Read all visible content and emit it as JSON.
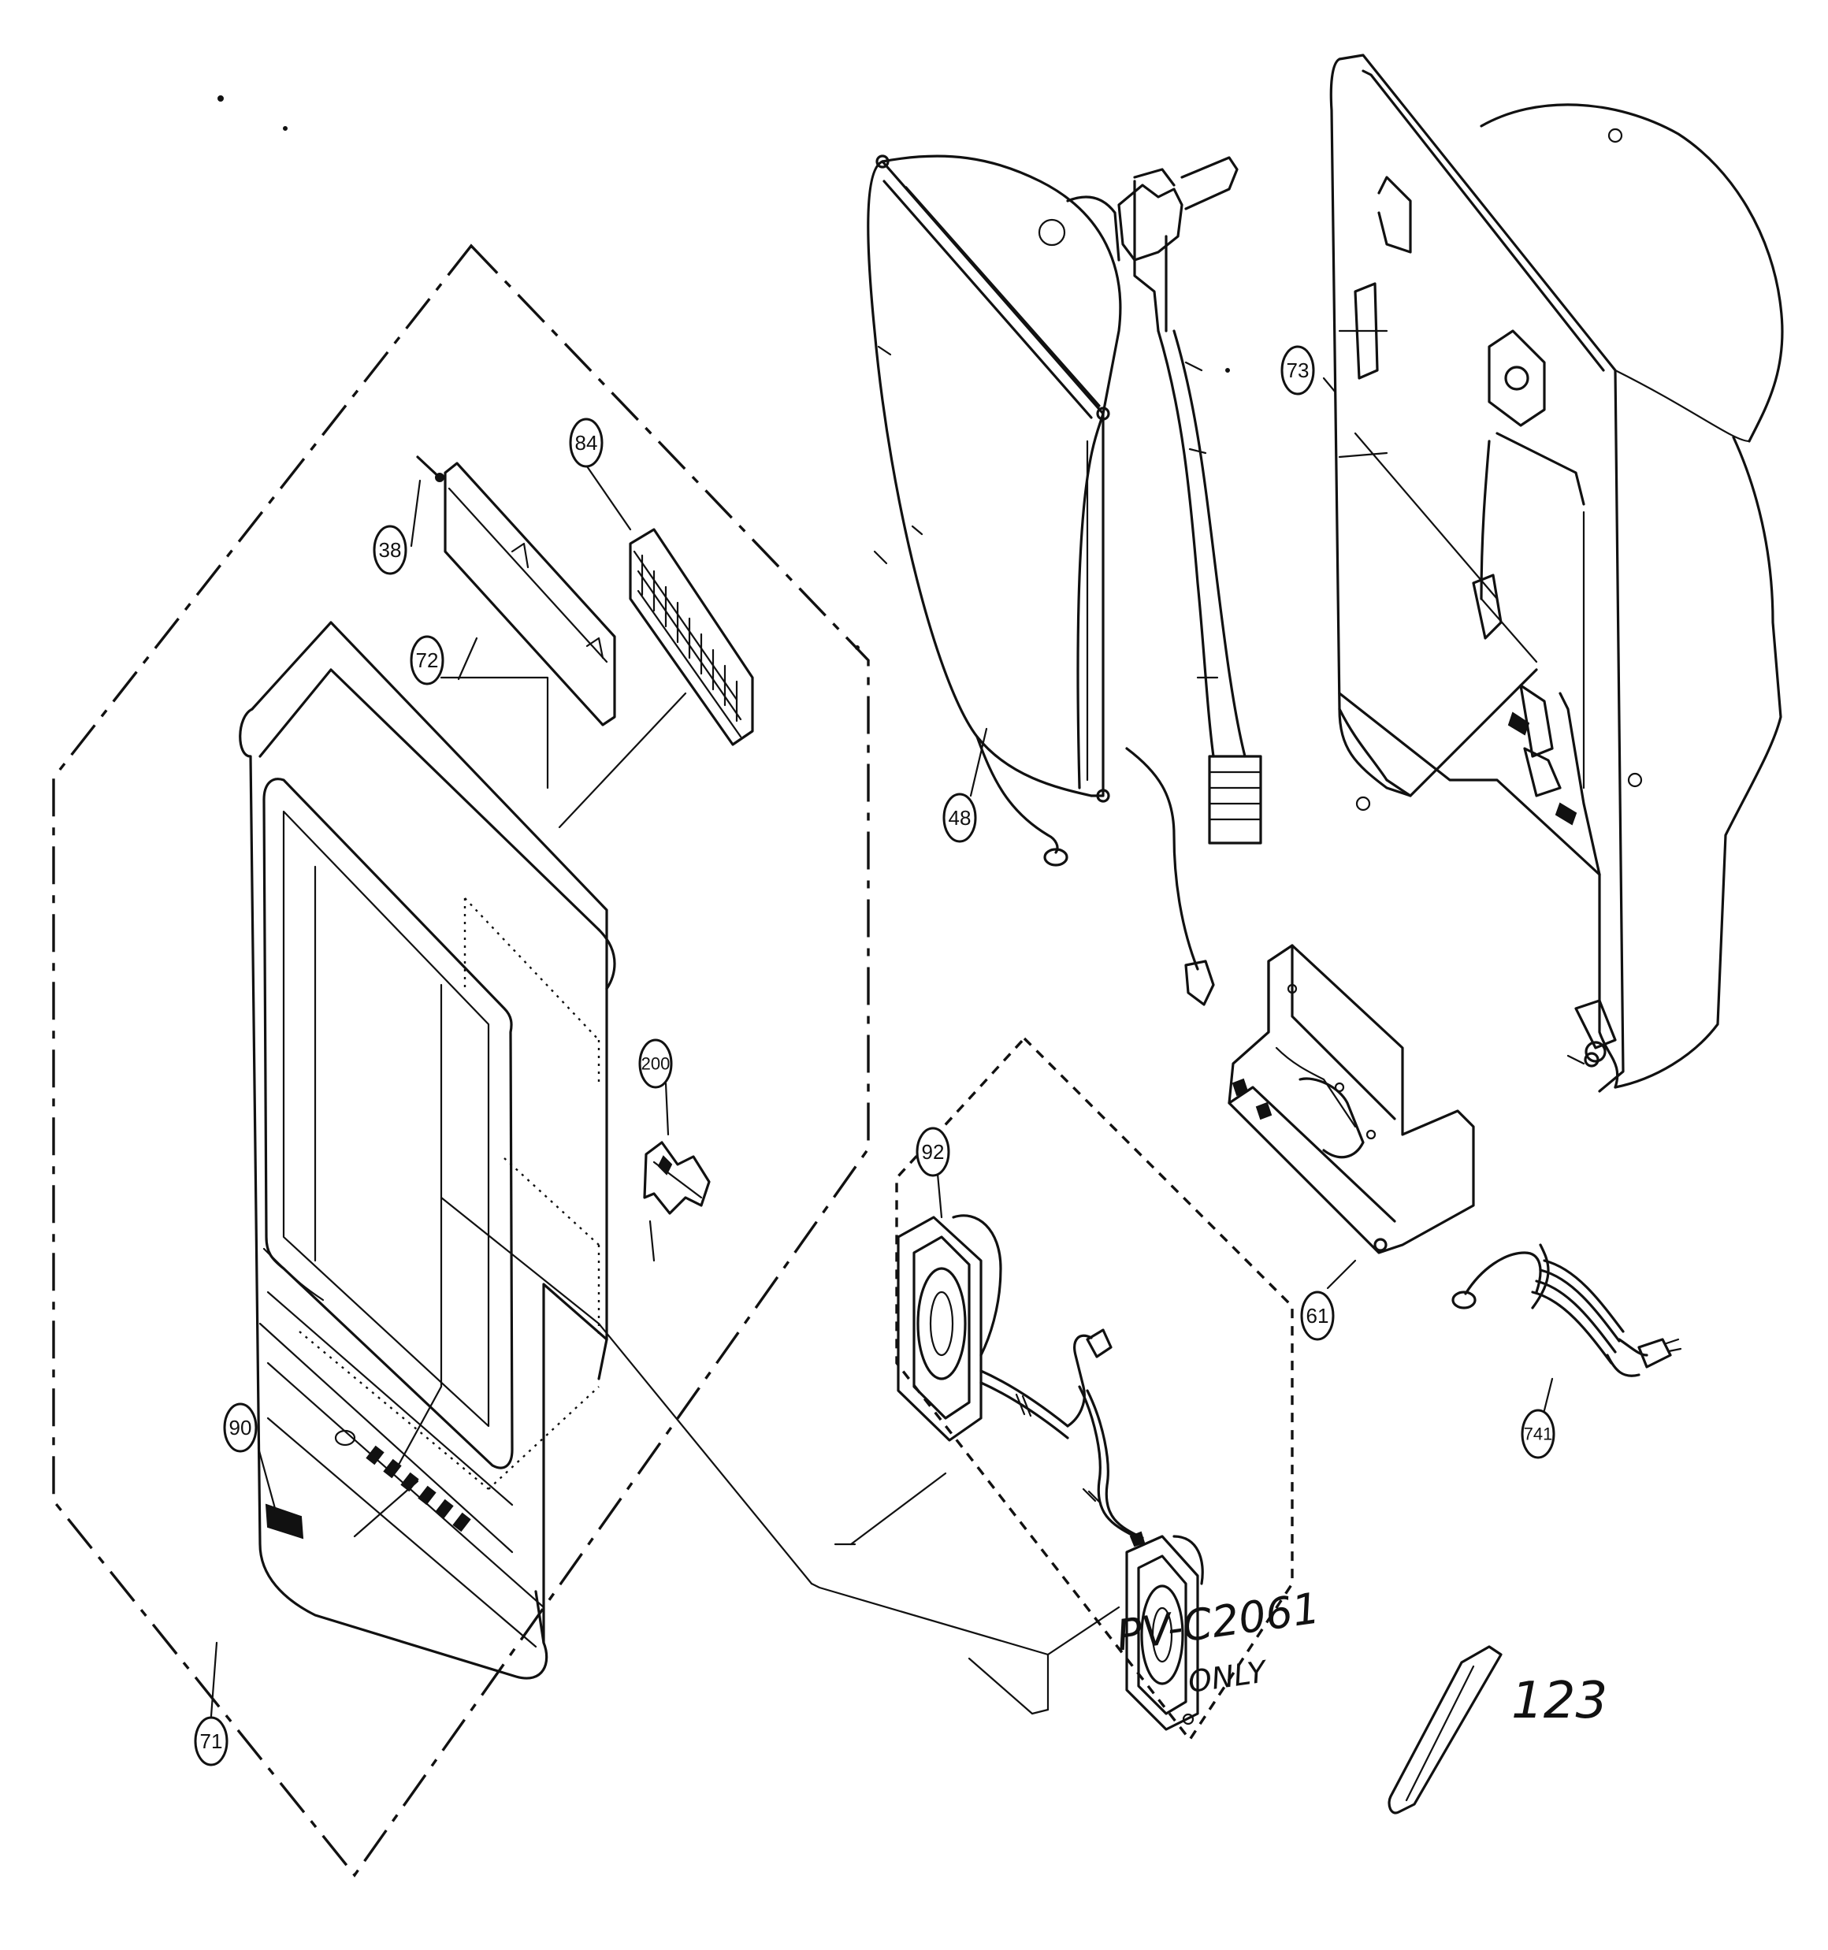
{
  "callouts": {
    "c38": "38",
    "c72": "72",
    "c84": "84",
    "c48": "48",
    "c73": "73",
    "c200": "200",
    "c92": "92",
    "c61": "61",
    "c90": "90",
    "c741": "741",
    "c71": "71"
  },
  "labels": {
    "part_123": "123",
    "model_note_line1": "PV-C2061",
    "model_note_line2": "ONLY"
  }
}
